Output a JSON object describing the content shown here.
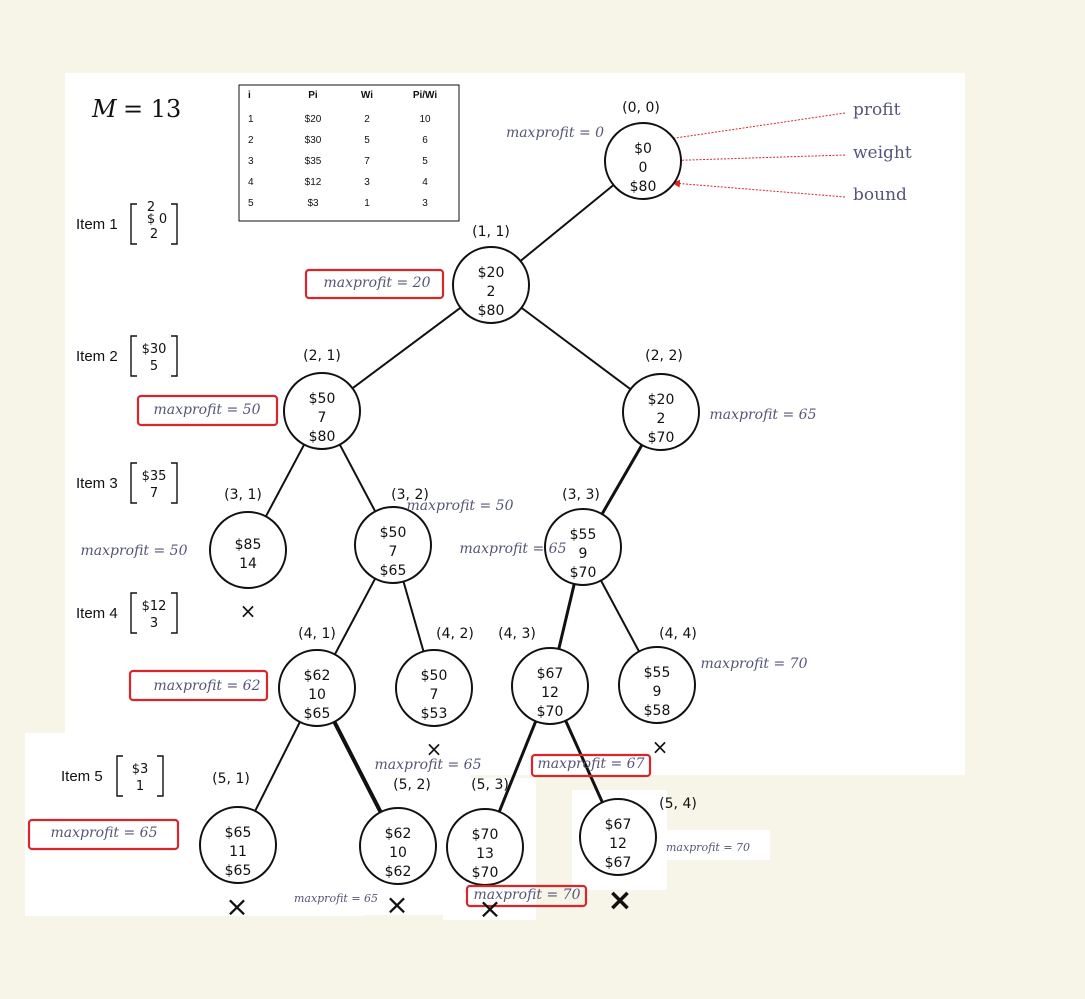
{
  "capacity": {
    "var": "M",
    "eq": "= 13"
  },
  "table": {
    "headers": [
      "i",
      "Pi",
      "Wi",
      "Pi/Wi"
    ],
    "rows": [
      [
        "1",
        "$20",
        "2",
        "10"
      ],
      [
        "2",
        "$30",
        "5",
        "6"
      ],
      [
        "3",
        "$35",
        "7",
        "5"
      ],
      [
        "4",
        "$12",
        "3",
        "4"
      ],
      [
        "5",
        "$3",
        "1",
        "3"
      ]
    ]
  },
  "items": [
    {
      "label": "Item 1",
      "top": "$",
      "top_sup": "2",
      "top_suffix": "0",
      "bottom": "2"
    },
    {
      "label": "Item 2",
      "top": "$30",
      "top_sup": "",
      "top_suffix": "",
      "bottom": "5"
    },
    {
      "label": "Item 3",
      "top": "$35",
      "top_sup": "",
      "top_suffix": "",
      "bottom": "7"
    },
    {
      "label": "Item 4",
      "top": "$12",
      "top_sup": "",
      "top_suffix": "",
      "bottom": "3"
    },
    {
      "label": "Item 5",
      "top": "$3",
      "top_sup": "",
      "top_suffix": "",
      "bottom": "1"
    }
  ],
  "legend": {
    "profit": "profit",
    "weight": "weight",
    "bound": "bound"
  },
  "nodes": [
    {
      "id": "n00",
      "coord": "(0, 0)",
      "lines": [
        "$0",
        "0",
        "$80"
      ],
      "maxprofit": "maxprofit = 0",
      "boxed": false,
      "pruned": false
    },
    {
      "id": "n11",
      "coord": "(1, 1)",
      "lines": [
        "$20",
        "2",
        "$80"
      ],
      "maxprofit": "maxprofit = 20",
      "boxed": true,
      "pruned": false
    },
    {
      "id": "n21",
      "coord": "(2, 1)",
      "lines": [
        "$50",
        "7",
        "$80"
      ],
      "maxprofit": "maxprofit = 50",
      "boxed": true,
      "pruned": false
    },
    {
      "id": "n22",
      "coord": "(2, 2)",
      "lines": [
        "$20",
        "2",
        "$70"
      ],
      "maxprofit": "maxprofit = 65",
      "boxed": false,
      "pruned": false
    },
    {
      "id": "n31",
      "coord": "(3, 1)",
      "lines": [
        "$85",
        "14"
      ],
      "maxprofit": "maxprofit = 50",
      "boxed": false,
      "pruned": true
    },
    {
      "id": "n32",
      "coord": "(3, 2)",
      "lines": [
        "$50",
        "7",
        "$65"
      ],
      "maxprofit": "maxprofit = 50",
      "boxed": false,
      "pruned": false
    },
    {
      "id": "n33",
      "coord": "(3, 3)",
      "lines": [
        "$55",
        "9",
        "$70"
      ],
      "maxprofit": "maxprofit = 65",
      "boxed": false,
      "pruned": false
    },
    {
      "id": "n41",
      "coord": "(4, 1)",
      "lines": [
        "$62",
        "10",
        "$65"
      ],
      "maxprofit": "maxprofit = 62",
      "boxed": true,
      "pruned": false
    },
    {
      "id": "n42",
      "coord": "(4, 2)",
      "lines": [
        "$50",
        "7",
        "$53"
      ],
      "maxprofit": "maxprofit = 65",
      "boxed": false,
      "pruned": true
    },
    {
      "id": "n43",
      "coord": "(4, 3)",
      "lines": [
        "$67",
        "12",
        "$70"
      ],
      "maxprofit": "maxprofit = 67",
      "boxed": true,
      "pruned": false
    },
    {
      "id": "n44",
      "coord": "(4, 4)",
      "lines": [
        "$55",
        "9",
        "$58"
      ],
      "maxprofit": "maxprofit = 70",
      "boxed": false,
      "pruned": true
    },
    {
      "id": "n51",
      "coord": "(5, 1)",
      "lines": [
        "$65",
        "11",
        "$65"
      ],
      "maxprofit": "maxprofit = 65",
      "boxed": true,
      "pruned": true
    },
    {
      "id": "n52",
      "coord": "(5, 2)",
      "lines": [
        "$62",
        "10",
        "$62"
      ],
      "maxprofit": "maxprofit = 65",
      "boxed": false,
      "pruned": true
    },
    {
      "id": "n53",
      "coord": "(5, 3)",
      "lines": [
        "$70",
        "13",
        "$70"
      ],
      "maxprofit": "maxprofit = 70",
      "boxed": true,
      "pruned": true
    },
    {
      "id": "n54",
      "coord": "(5, 4)",
      "lines": [
        "$67",
        "12",
        "$67"
      ],
      "maxprofit": "maxprofit = 70",
      "boxed": false,
      "pruned": true
    }
  ],
  "prune_mark": "×",
  "colors": {
    "box": "#d9262b",
    "arrow": "#d9262b",
    "note": "#55557a",
    "background": "#f7f5e8",
    "panel": "#ffffff"
  }
}
